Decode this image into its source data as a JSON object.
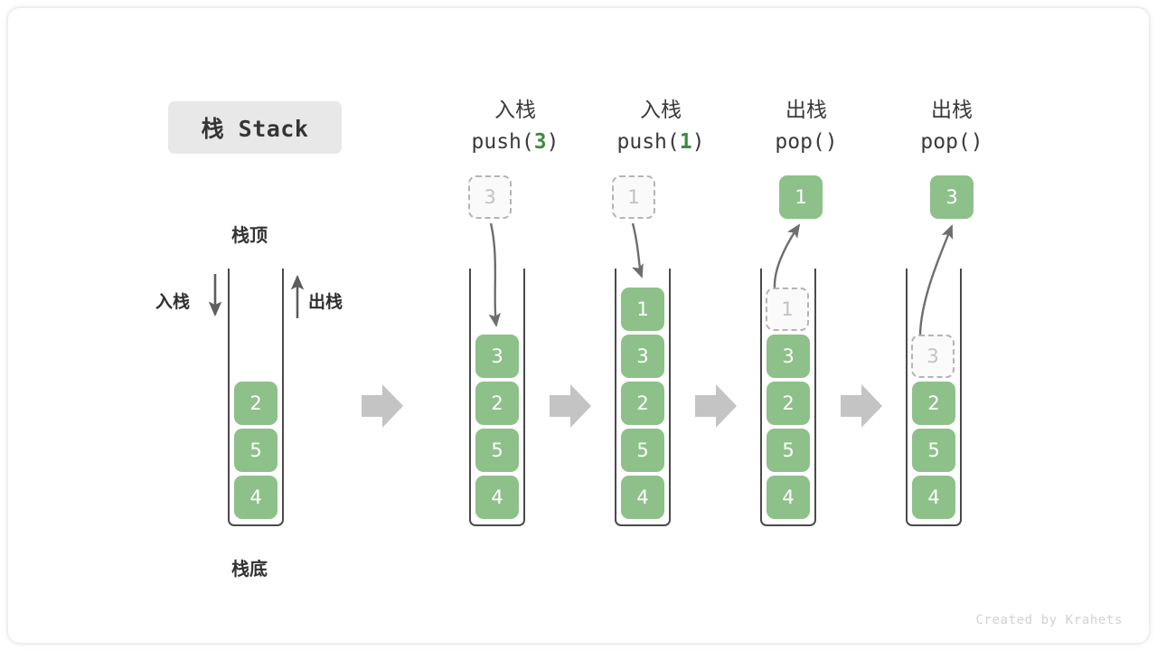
{
  "diagram": {
    "title_badge": "栈 Stack",
    "footer": "Created by Krahets",
    "accent_green": "#8ec08a",
    "ghost_fill": "#fafafa",
    "ghost_border": "#b4b4b4",
    "arrow_gray": "#c4c4c4",
    "line_gray": "#6e6e6e",
    "tube_stroke": "#4a4a4a",
    "badge_bg": "#e8e8e8"
  },
  "labels": {
    "top": "栈顶",
    "bottom": "栈底",
    "push_side": "入栈",
    "pop_side": "出栈"
  },
  "columns": [
    {
      "id": "initial",
      "header_cn": "",
      "header_code": "",
      "header_arg": "",
      "stack": [
        "2",
        "5",
        "4"
      ],
      "ghost_index": -1,
      "incoming": null,
      "outgoing": null
    },
    {
      "id": "push-3",
      "header_cn": "入栈",
      "header_code_pre": "push(",
      "header_arg": "3",
      "header_code_post": ")",
      "stack": [
        "3",
        "2",
        "5",
        "4"
      ],
      "ghost_index": -1,
      "incoming": "3",
      "outgoing": null
    },
    {
      "id": "push-1",
      "header_cn": "入栈",
      "header_code_pre": "push(",
      "header_arg": "1",
      "header_code_post": ")",
      "stack": [
        "1",
        "3",
        "2",
        "5",
        "4"
      ],
      "ghost_index": -1,
      "incoming": "1",
      "outgoing": null
    },
    {
      "id": "pop-1",
      "header_cn": "出栈",
      "header_code_pre": "pop(",
      "header_arg": "",
      "header_code_post": ")",
      "stack": [
        "1",
        "3",
        "2",
        "5",
        "4"
      ],
      "ghost_index": 0,
      "incoming": null,
      "outgoing": "1"
    },
    {
      "id": "pop-3",
      "header_cn": "出栈",
      "header_code_pre": "pop(",
      "header_arg": "",
      "header_code_post": ")",
      "stack": [
        "3",
        "2",
        "5",
        "4"
      ],
      "ghost_index": 0,
      "incoming": null,
      "outgoing": "3"
    }
  ],
  "headers": {
    "c1_cn": "入栈",
    "c1_code_pre": "push(",
    "c1_arg": "3",
    "c1_code_post": ")",
    "c2_cn": "入栈",
    "c2_code_pre": "push(",
    "c2_arg": "1",
    "c2_code_post": ")",
    "c3_cn": "出栈",
    "c3_code": "pop()",
    "c4_cn": "出栈",
    "c4_code": "pop()"
  },
  "boxes": {
    "s0": [
      "2",
      "5",
      "4"
    ],
    "s1": [
      "3",
      "2",
      "5",
      "4"
    ],
    "s2": [
      "1",
      "3",
      "2",
      "5",
      "4"
    ],
    "s3_ghost": "1",
    "s3": [
      "3",
      "2",
      "5",
      "4"
    ],
    "s4_ghost": "3",
    "s4": [
      "2",
      "5",
      "4"
    ],
    "in1": "3",
    "in2": "1",
    "out3": "1",
    "out4": "3"
  }
}
